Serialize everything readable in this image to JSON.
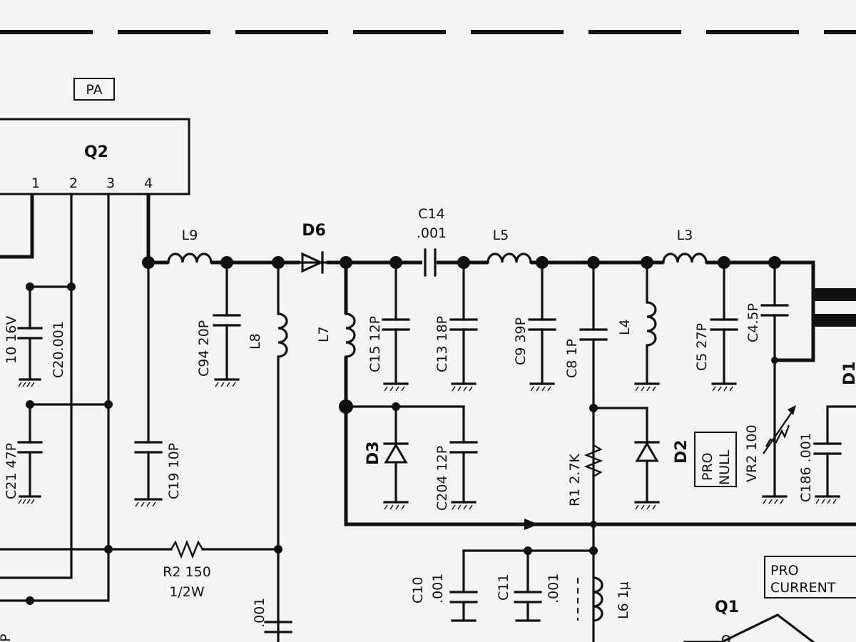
{
  "labels": {
    "pa": "PA",
    "q2": "Q2",
    "pin1": "1",
    "pin2": "2",
    "pin3": "3",
    "pin4": "4",
    "l9": "L9",
    "d6": "D6",
    "c14": "C14",
    "c14_val": ".001",
    "l5": "L5",
    "l3": "L3",
    "c94": "C94 20P",
    "l8": "L8",
    "l7": "L7",
    "c15": "C15  12P",
    "c13": "C13  18P",
    "c9": "C9  39P",
    "c8": "C8  1P",
    "l4": "L4",
    "c5": "C5  27P",
    "c4": "C4.5P",
    "d1": "D1",
    "c20_top": "10 16V",
    "c20": "C20.001",
    "c21": "C21  47P",
    "c19": "C19  10P",
    "d3": "D3",
    "c204": "C204 12P",
    "r1": "R1  2.7K",
    "d2": "D2",
    "pro_null_1": "PRO",
    "pro_null_2": "NULL",
    "vr2": "VR2  100",
    "c186": "C186 .001",
    "r2": "R2  150",
    "r2_w": "1/2W",
    "c_bottom": ".001",
    "c10": "C10",
    "c10_val": ".001",
    "c11": "C11",
    "c11_val": ".001",
    "l6": "L6 1μ",
    "pro_current_1": "PRO",
    "pro_current_2": "CURRENT",
    "q1": "Q1",
    "p_left": "P"
  }
}
